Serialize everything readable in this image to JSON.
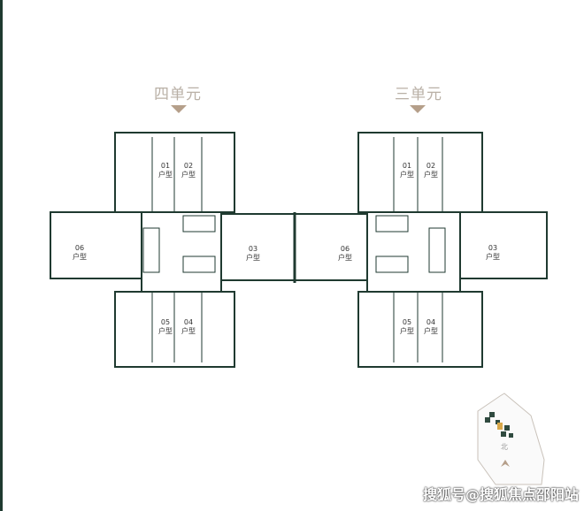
{
  "units": [
    {
      "title": "四单元",
      "types": [
        {
          "num": "01",
          "label": "户型"
        },
        {
          "num": "02",
          "label": "户型"
        },
        {
          "num": "06",
          "label": "户型"
        },
        {
          "num": "03",
          "label": "户型"
        },
        {
          "num": "05",
          "label": "户型"
        },
        {
          "num": "04",
          "label": "户型"
        }
      ]
    },
    {
      "title": "三单元",
      "types": [
        {
          "num": "06",
          "label": "户型"
        },
        {
          "num": "01",
          "label": "户型"
        },
        {
          "num": "02",
          "label": "户型"
        },
        {
          "num": "03",
          "label": "户型"
        },
        {
          "num": "05",
          "label": "户型"
        },
        {
          "num": "04",
          "label": "户型"
        }
      ]
    }
  ],
  "site_map": {
    "north_label": "北"
  },
  "watermark": "搜狐号@搜狐焦点邵阳站",
  "colors": {
    "wall": "#1f3a30",
    "accent": "#b59f8a"
  }
}
